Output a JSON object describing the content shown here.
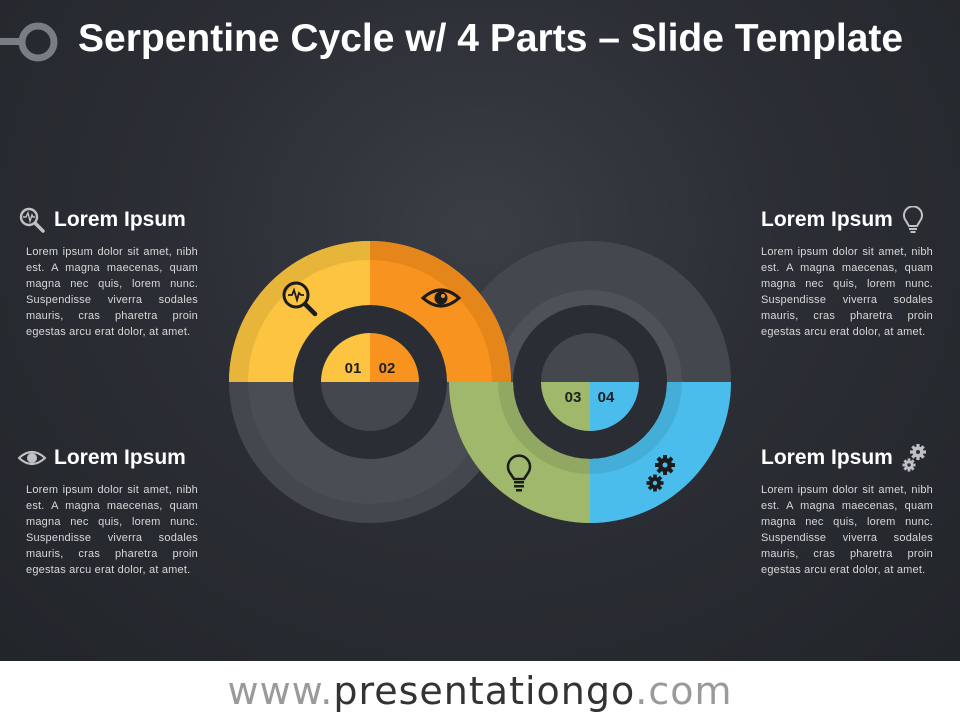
{
  "title": "Serpentine Cycle w/ 4 Parts – Slide Template",
  "sections": [
    {
      "id": "tl",
      "heading": "Lorem Ipsum",
      "icon": "magnifier-pulse-icon",
      "body": "Lorem ipsum dolor sit amet, nibh est. A magna maecenas, quam magna nec quis, lorem nunc. Suspendisse viverra sodales mauris, cras pharetra proin egestas arcu erat dolor, at amet."
    },
    {
      "id": "bl",
      "heading": "Lorem Ipsum",
      "icon": "eye-icon",
      "body": "Lorem ipsum dolor sit amet, nibh est. A magna maecenas, quam magna nec quis, lorem nunc. Suspendisse viverra sodales mauris, cras pharetra proin egestas arcu erat dolor, at amet."
    },
    {
      "id": "tr",
      "heading": "Lorem Ipsum",
      "icon": "lightbulb-icon",
      "body": "Lorem ipsum dolor sit amet, nibh est. A magna maecenas, quam magna nec quis, lorem nunc. Suspendisse viverra sodales mauris, cras pharetra proin egestas arcu erat dolor, at amet."
    },
    {
      "id": "br",
      "heading": "Lorem Ipsum",
      "icon": "gears-icon",
      "body": "Lorem ipsum dolor sit amet, nibh est. A magna maecenas, quam magna nec quis, lorem nunc. Suspendisse viverra sodales mauris, cras pharetra proin egestas arcu erat dolor, at amet."
    }
  ],
  "diagram": {
    "parts": [
      {
        "number": "01",
        "color": "#FCC440",
        "icon": "magnifier-pulse-icon"
      },
      {
        "number": "02",
        "color": "#F7931E",
        "icon": "eye-icon"
      },
      {
        "number": "03",
        "color": "#9FB86C",
        "icon": "lightbulb-icon"
      },
      {
        "number": "04",
        "color": "#4BBDEC",
        "icon": "gears-icon"
      }
    ],
    "neutral_color": "#44474E"
  },
  "footer": {
    "prefix": "www.",
    "brand": "presentationgo",
    "suffix": ".com"
  }
}
